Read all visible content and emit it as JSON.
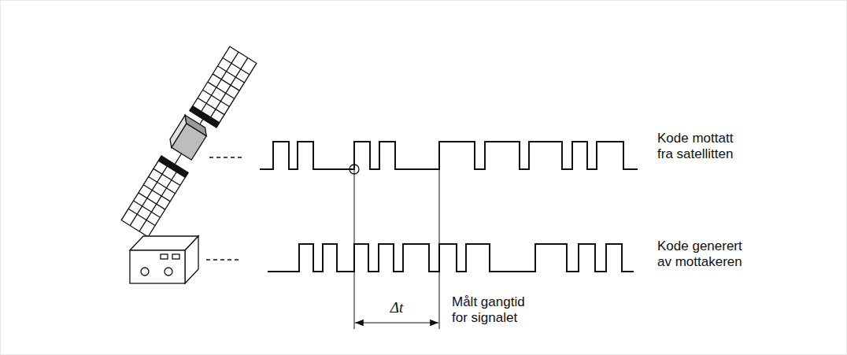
{
  "diagram": {
    "labels": [
      "Kode mottatt fra satellitten",
      "Kode generert av mottakeren",
      "Δt",
      "Målt gangtid for signalet"
    ]
  }
}
